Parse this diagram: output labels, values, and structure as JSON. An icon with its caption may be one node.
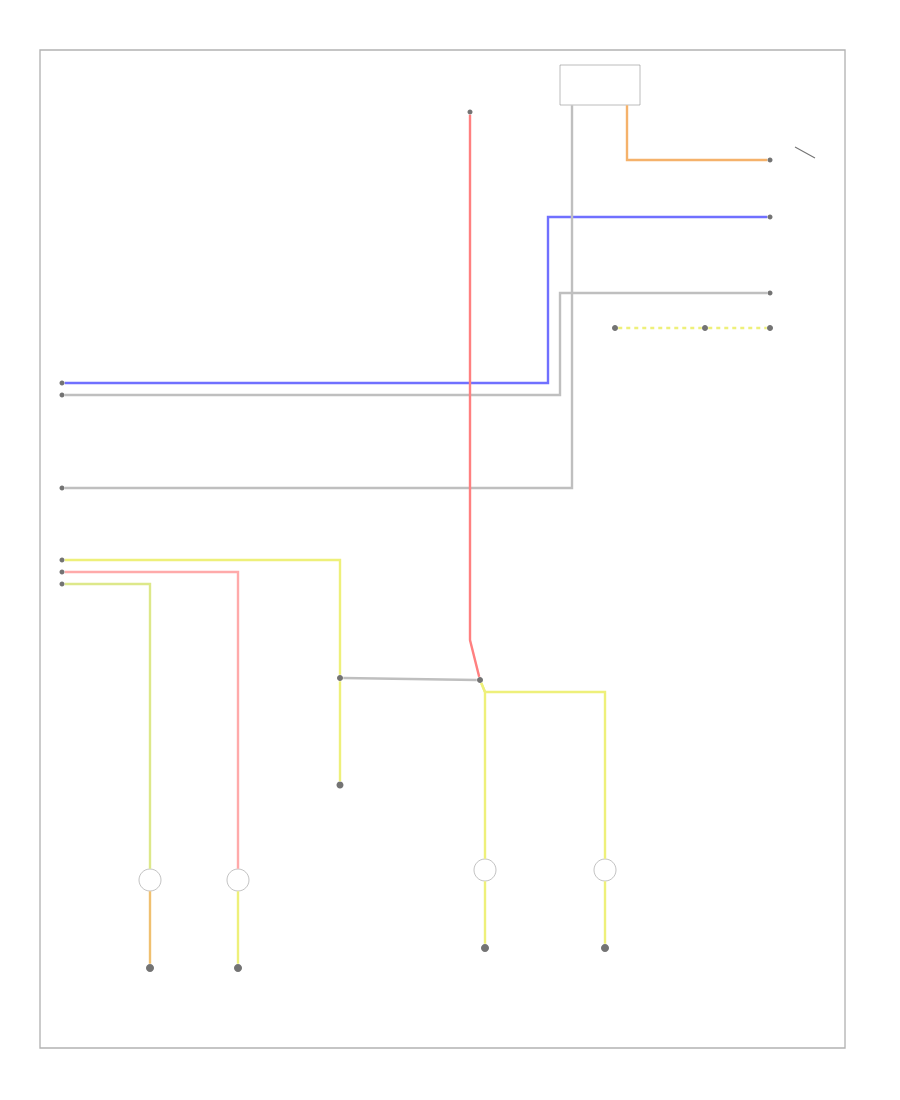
{
  "diagram": {
    "nodes": [
      {
        "text": [],
        "shape": "box"
      },
      {
        "text": [],
        "shape": "circle"
      },
      {
        "text": [],
        "shape": "circle"
      },
      {
        "text": [],
        "shape": "circle"
      },
      {
        "text": [],
        "shape": "circle"
      },
      {
        "text": [],
        "shape": "circle"
      },
      {
        "text": [],
        "shape": "circle"
      },
      {
        "text": [],
        "shape": "circle"
      },
      {
        "text": [],
        "shape": "circle"
      },
      {
        "text": [],
        "shape": "circle"
      },
      {
        "text": [],
        "shape": "circle"
      },
      {
        "text": [],
        "shape": "circle"
      },
      {
        "text": [],
        "shape": "circle"
      },
      {
        "text": [],
        "shape": "circle"
      },
      {
        "text": [],
        "shape": "circle"
      },
      {
        "text": [],
        "shape": "circle"
      },
      {
        "text": [],
        "shape": "circle"
      },
      {
        "text": [],
        "shape": "circle"
      },
      {
        "text": [],
        "shape": "circle"
      },
      {
        "text": [],
        "shape": "circle"
      },
      {
        "text": [],
        "shape": "circle"
      },
      {
        "text": [],
        "shape": "circle"
      },
      {
        "text": [],
        "shape": "circle"
      },
      {
        "text": [],
        "shape": "circle"
      },
      {
        "text": [],
        "shape": "circle"
      }
    ],
    "edges": [
      {
        "from": 0,
        "to": 2,
        "arrow": "none",
        "color": "#f5b26b"
      },
      {
        "from": 5,
        "to": 3,
        "arrow": "none",
        "color": "#7070ff"
      },
      {
        "from": 6,
        "to": 4,
        "arrow": "none"
      },
      {
        "from": 0,
        "to": 7,
        "arrow": "none"
      },
      {
        "from": 1,
        "to": 12,
        "arrow": "none",
        "color": "#ff8080"
      },
      {
        "from": 8,
        "to": 11,
        "arrow": "none",
        "color": "#eef07a"
      },
      {
        "from": 9,
        "to": 15,
        "arrow": "none",
        "color": "#ffaaaa"
      },
      {
        "from": 10,
        "to": 14,
        "arrow": "none",
        "color": "#dde88a"
      },
      {
        "from": 11,
        "to": 12,
        "arrow": "none"
      },
      {
        "from": 11,
        "to": 13,
        "arrow": "none",
        "color": "#eef07a"
      },
      {
        "from": 12,
        "to": 18,
        "arrow": "none",
        "color": "#eef07a"
      },
      {
        "from": 12,
        "to": 19,
        "arrow": "none",
        "color": "#eef07a"
      },
      {
        "from": 14,
        "to": 16,
        "arrow": "none",
        "color": "#f0c070"
      },
      {
        "from": 15,
        "to": 17,
        "arrow": "none",
        "color": "#eef07a"
      },
      {
        "from": 18,
        "to": 20,
        "arrow": "none",
        "color": "#eef07a"
      },
      {
        "from": 19,
        "to": 21,
        "arrow": "none",
        "color": "#eef07a"
      },
      {
        "from": 22,
        "to": 23,
        "arrow": "none",
        "style": "dashed",
        "color": "#eef07a"
      },
      {
        "from": 23,
        "to": 24,
        "arrow": "none",
        "style": "dashed",
        "color": "#eef07a"
      }
    ]
  }
}
